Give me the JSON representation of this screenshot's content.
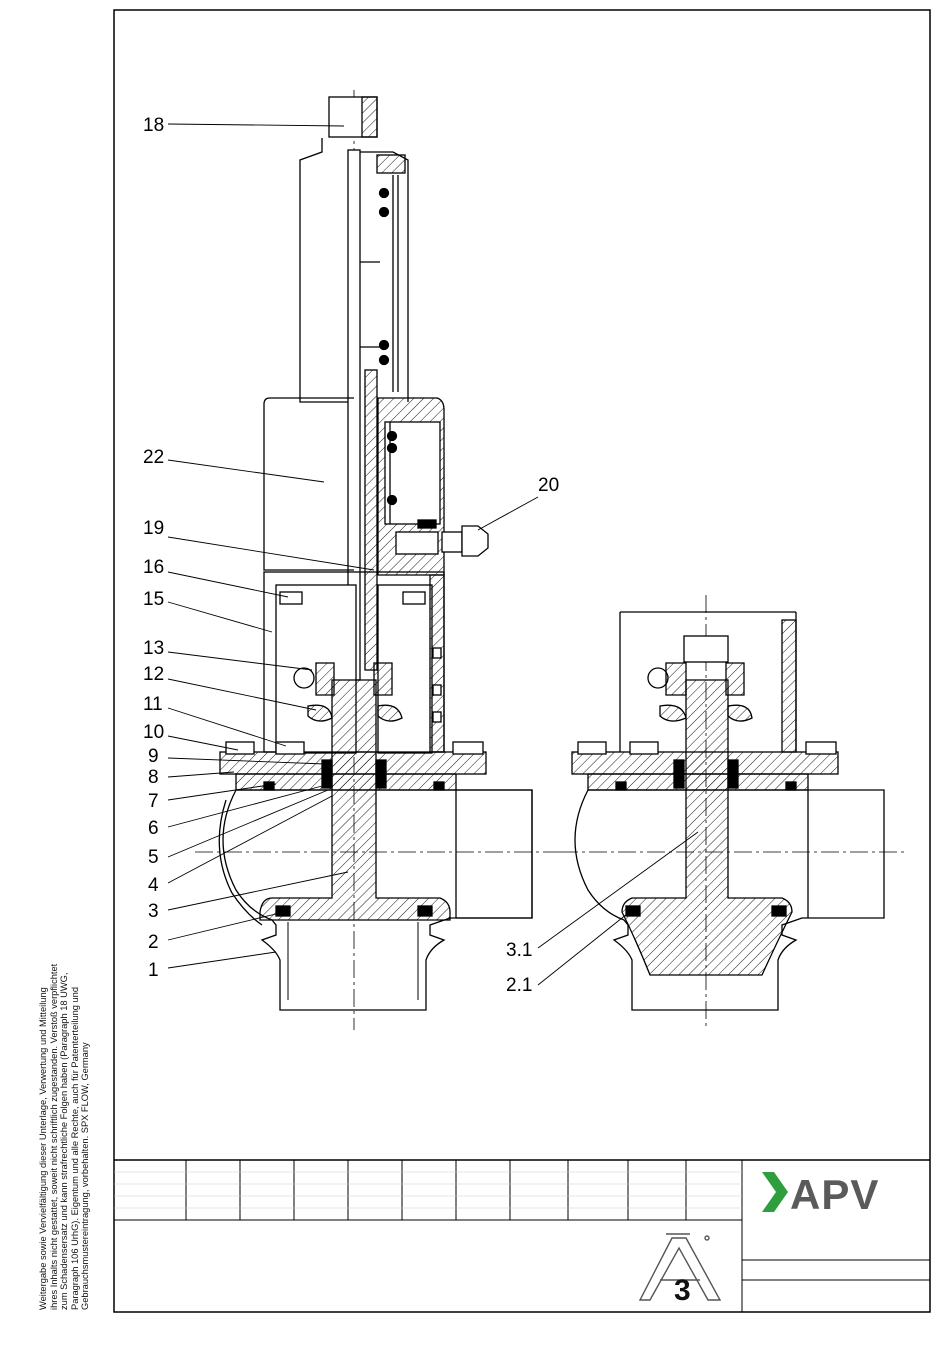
{
  "parts": [
    {
      "num": "18"
    },
    {
      "num": "22"
    },
    {
      "num": "20"
    },
    {
      "num": "19"
    },
    {
      "num": "16"
    },
    {
      "num": "15"
    },
    {
      "num": "13"
    },
    {
      "num": "12"
    },
    {
      "num": "11"
    },
    {
      "num": "10"
    },
    {
      "num": "9"
    },
    {
      "num": "8"
    },
    {
      "num": "7"
    },
    {
      "num": "6"
    },
    {
      "num": "5"
    },
    {
      "num": "4"
    },
    {
      "num": "3"
    },
    {
      "num": "2"
    },
    {
      "num": "1"
    },
    {
      "num": "3.1"
    },
    {
      "num": "2.1"
    }
  ],
  "legal_notice": {
    "lines": [
      "Weitergabe sowie Vervielfältigung dieser Unterlage, Verwertung und Mitteilung",
      "ihres Inhalts nicht gestattet, soweit nicht schriftlich zugestanden. Verstoß verpflichtet",
      "zum Schadensersatz und kann strafrechtliche Folgen haben (Paragraph 18 UWG,",
      "Paragraph 106 UrhG). Eigentum und alle Rechte, auch für Patenterteilung und",
      "Gebrauchsmustereintragung, vorbehalten. SPX FLOW, Germany"
    ]
  },
  "title_block": {
    "brand": "APV",
    "brand_arrow_color": "#2e9e3e",
    "brand_text_color": "#5a5a5a",
    "symbol_number": "3"
  }
}
